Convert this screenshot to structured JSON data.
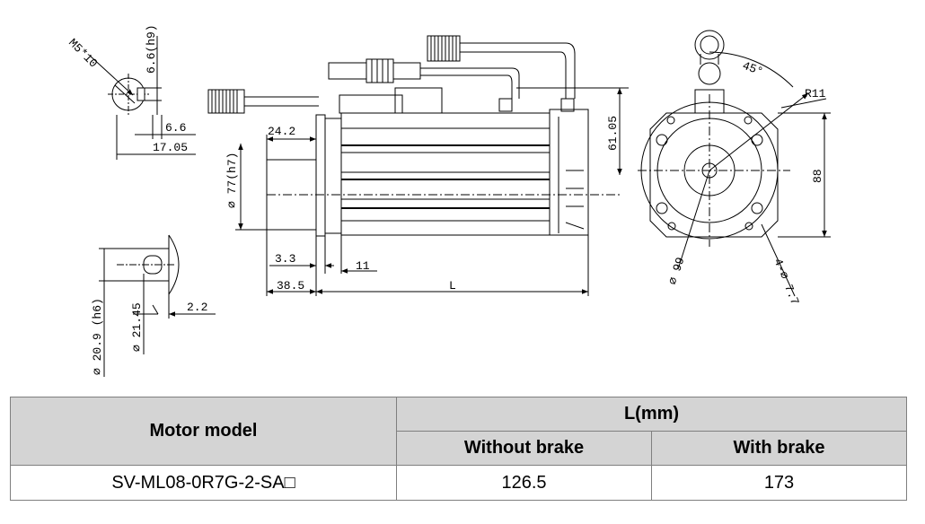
{
  "drawing": {
    "shaft_end": {
      "thread": "M5*10",
      "keyway_tol": "6.6(h9)",
      "key_width": "6.6",
      "shaft_len": "17.05"
    },
    "side_view": {
      "flange_step": "24.2",
      "shaft_dia": "⌀ 77(h7)",
      "height_to_connector": "61.05",
      "dim_3_3": "3.3",
      "dim_11": "11",
      "dim_38_5": "38.5",
      "length_label": "L"
    },
    "shaft_detail": {
      "shaft_dia": "⌀ 20.9 (h6)",
      "bore_dia": "⌀ 21.45",
      "dim_2_2": "2.2"
    },
    "front_view": {
      "angle": "45°",
      "radius": "R11",
      "square": "88",
      "pcd": "⌀ 99",
      "holes": "4-⌀ 7.7"
    }
  },
  "table": {
    "col_model": "Motor model",
    "col_length": "L(mm)",
    "col_without": "Without brake",
    "col_with": "With brake",
    "rows": [
      {
        "model": "SV-ML08-0R7G-2-SA□",
        "without": "126.5",
        "with": "173"
      }
    ]
  }
}
